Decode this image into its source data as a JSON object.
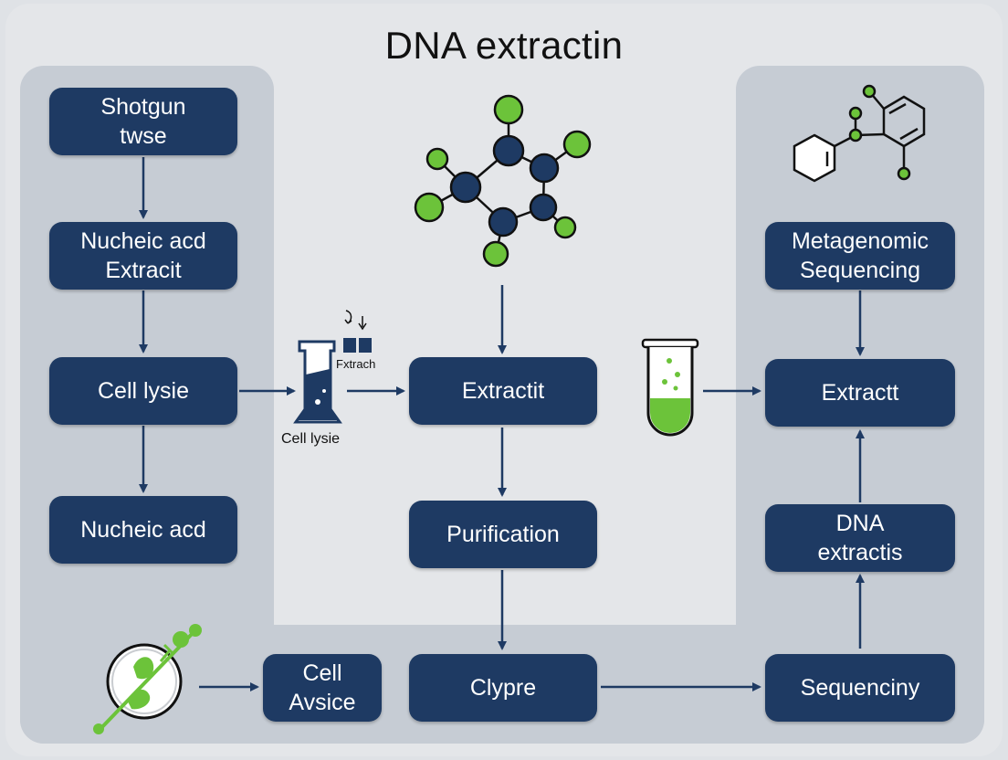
{
  "title": "DNA extractin",
  "nodes": {
    "shotgun": "Shotgun\ntwse",
    "nucleic_extract": "Nucheic acd\nExtracit",
    "cell_lysis_left": "Cell lysie",
    "nucleic_acid": "Nucheic acd",
    "extract_center": "Extractit",
    "purification": "Purification",
    "clypre": "Clypre",
    "cell_avsice": "Cell\nAvsice",
    "metagenomic": "Metagenomic\nSequencing",
    "extract_right": "Extractt",
    "dna_extract": "DNA\nextractis",
    "sequencing": "Sequenciny"
  },
  "labels": {
    "beaker_caption": "Cell lysie",
    "extract_tag": "Fxtrach"
  },
  "colors": {
    "node_fill": "#1e3a63",
    "arrow": "#1e3a63",
    "accent_green": "#6cc33a",
    "panel": "#c6ccd4"
  }
}
